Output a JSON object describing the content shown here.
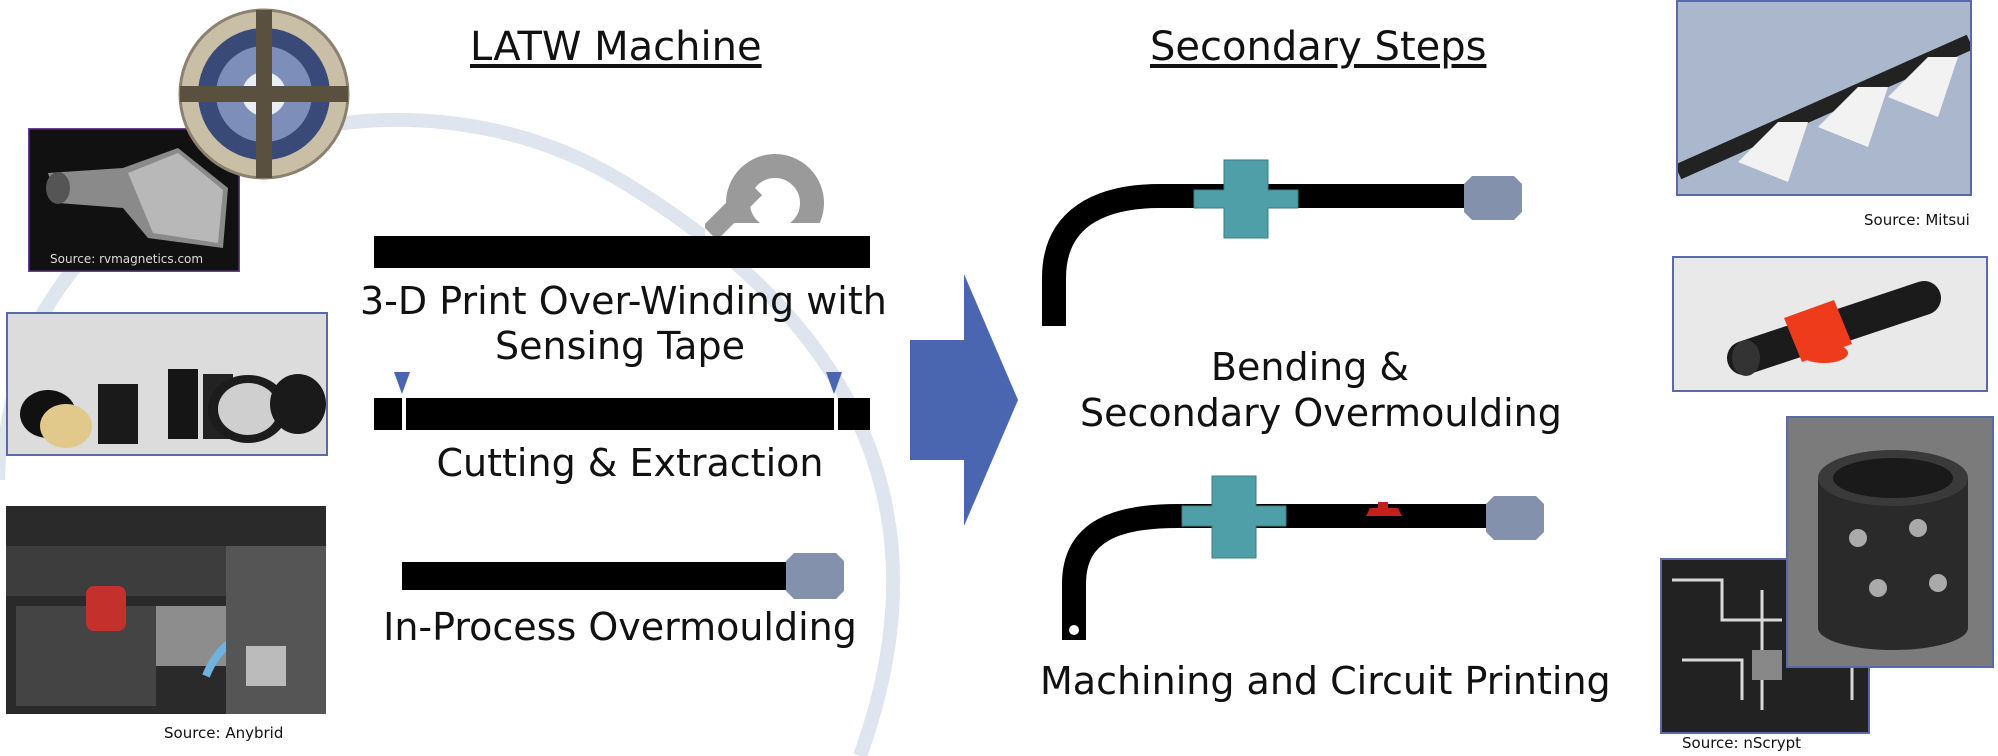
{
  "headings": {
    "left": "LATW Machine",
    "right": "Secondary Steps"
  },
  "steps": {
    "print": "3-D Print Over-Winding with\nSensing Tape",
    "print_line1": "3-D Print Over-Winding with",
    "print_line2": "Sensing Tape",
    "cutting": "Cutting & Extraction",
    "overmoulding": "In-Process Overmoulding",
    "bending_line1": "Bending &",
    "bending_line2": "Secondary Overmoulding",
    "machining": "Machining and Circuit Printing"
  },
  "sources": {
    "rvmagnetics": "Source: rvmagnetics.com",
    "anybrid": "Source: Anybrid",
    "mitsui": "Source: Mitsui",
    "nscrypt": "Source: nScrypt"
  },
  "colors": {
    "arrow": "#4a66b0",
    "cross": "#4e9fa8",
    "cap": "#8391ad",
    "marker": "#c0221b",
    "bar": "#000000",
    "swoosh": "#dde3ee"
  }
}
